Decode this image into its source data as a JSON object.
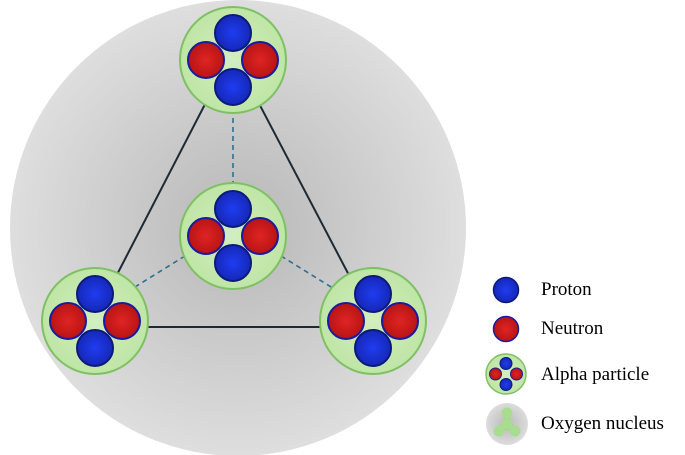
{
  "legend": {
    "items": [
      {
        "label": "Proton",
        "icon": "proton-icon"
      },
      {
        "label": "Neutron",
        "icon": "neutron-icon"
      },
      {
        "label": "Alpha particle",
        "icon": "alpha-particle-icon"
      },
      {
        "label": "Oxygen nucleus",
        "icon": "oxygen-nucleus-icon"
      }
    ]
  },
  "colors": {
    "proton": "#1a2fd6",
    "proton_edge": "#0b1a7a",
    "neutron": "#d41c1c",
    "neutron_edge": "#1a1aa0",
    "alpha_fill": "#c8eab2",
    "alpha_edge": "#7fc064",
    "nucleus_center": "#b8b8b8",
    "nucleus_edge": "#dedede",
    "solid_edge": "#1e2a33",
    "dashed_edge": "#2f6f8f"
  }
}
